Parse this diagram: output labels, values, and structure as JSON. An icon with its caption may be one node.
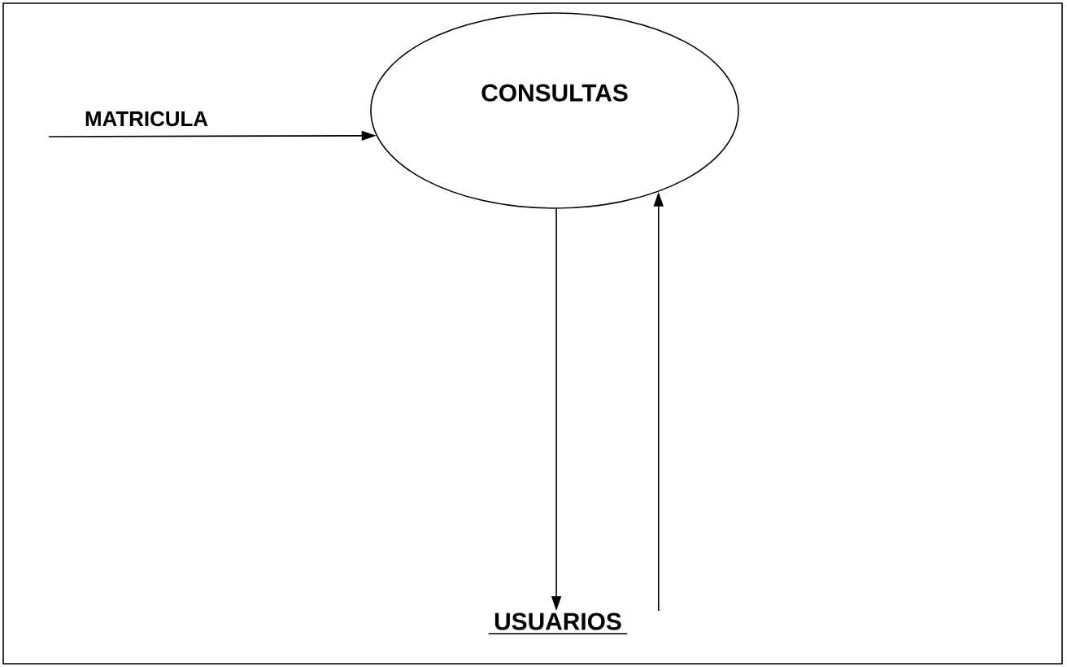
{
  "diagram": {
    "nodes": [
      {
        "text": [
          "CONSULTAS"
        ]
      },
      {
        "text": [
          "USUARIOS"
        ]
      }
    ],
    "edges": [
      {
        "from": null,
        "to": 0,
        "arrow": "to",
        "label": "MATRICULA"
      },
      {
        "from": 0,
        "to": 1,
        "arrow": "to"
      },
      {
        "from": 1,
        "to": 0,
        "arrow": "to"
      }
    ]
  }
}
